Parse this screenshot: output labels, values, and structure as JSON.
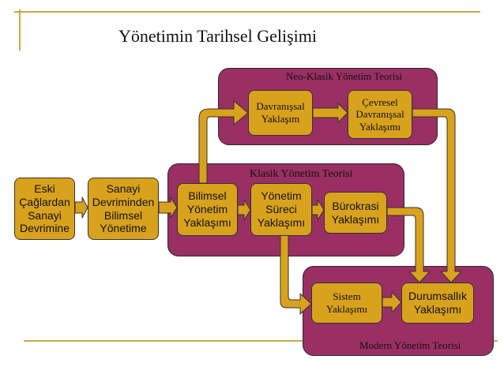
{
  "title": "Yönetimin Tarihsel Gelişimi",
  "panels": {
    "neo": "Neo-Klasik Yönetim Teorisi",
    "klasik": "Klasik Yönetim Teorisi",
    "modern": "Modern Yönetim Teorisi"
  },
  "boxes": {
    "eski": "Eski\nÇağlardan\nSanayi\nDevrimine",
    "sanayi": "Sanayi\nDevriminden\nBilimsel\nYönetime",
    "bilimsel": "Bilimsel\nYönetim\nYaklaşımı",
    "yonetim_sureci": "Yönetim\nSüreci\nYaklaşımı",
    "burokrasi": "Bürokrasi\nYaklaşımı",
    "davranissal": "Davranışsal\nYaklaşım",
    "cevresel": "Çevresel\nDavranışsal\nYaklaşımı",
    "sistem": "Sistem\nYaklaşımı",
    "durumsallik": "Durumsallık\nYaklaşımı"
  },
  "colors": {
    "panel": "#9a2f63",
    "box": "#d9a21c",
    "arrow": "#d9a21c",
    "rule": "#c8a94a"
  }
}
